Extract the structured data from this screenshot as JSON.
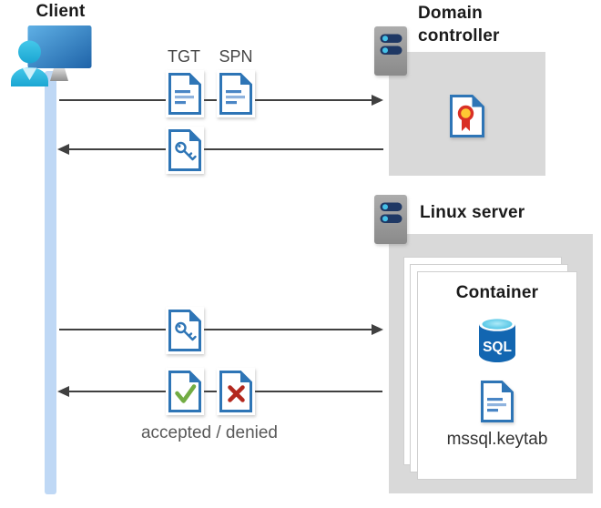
{
  "client": {
    "label": "Client"
  },
  "domain_controller": {
    "label": "Domain controller"
  },
  "linux_server": {
    "label": "Linux server"
  },
  "container": {
    "label": "Container",
    "sql_label": "SQL",
    "file_label": "mssql.keytab"
  },
  "messages": {
    "tgt_label": "TGT",
    "spn_label": "SPN",
    "result_label": "accepted / denied"
  },
  "icons": {
    "client": "monitor-with-user-icon",
    "servers": "server-rack-icon",
    "tgt_spn": "document-icon",
    "ticket": "key-document-icon",
    "certificate": "certificate-ribbon-document-icon",
    "database": "sql-database-cylinder-icon",
    "accepted": "check-document-icon",
    "denied": "cross-document-icon"
  },
  "colors": {
    "accent": "#2E75B6",
    "doc-line1": "#4A86C5",
    "doc-line2": "#8FB3DE",
    "timeline": "#BFD8F5",
    "box-gray": "#D9D9D9",
    "arrow": "#404040",
    "green": "#72AC43",
    "red": "#B3281E",
    "sql-body": "#1266B1",
    "pill-navy": "#1F3864",
    "pill-dot": "#45C1E8",
    "cert-yellow": "#FFC933",
    "cert-red": "#D93025",
    "person-cyan": "#2BB7DE"
  }
}
